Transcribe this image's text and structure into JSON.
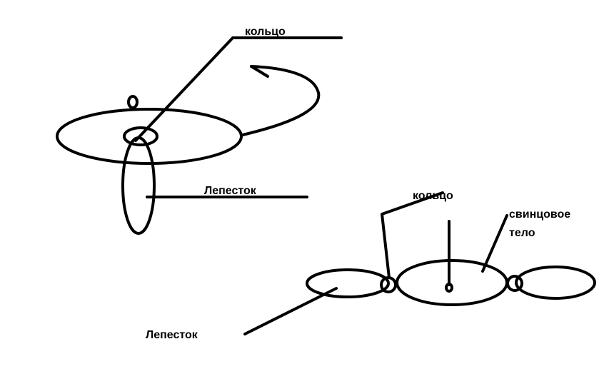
{
  "colors": {
    "ink": "#000000",
    "background": "#ffffff"
  },
  "top_figure": {
    "ring_label": "кольцо",
    "petal_label": "Лепесток"
  },
  "bottom_figure": {
    "ring_label": "кольцо",
    "lead_body_label_line1": "свинцовое",
    "lead_body_label_line2": "тело",
    "petal_label": "Лепесток"
  }
}
